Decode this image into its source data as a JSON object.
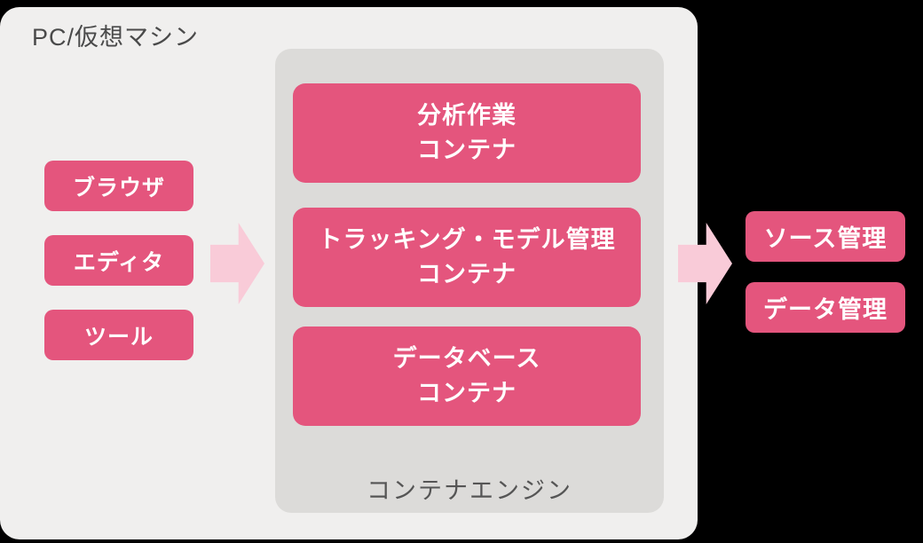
{
  "colors": {
    "box_pink": "#e4557d",
    "arrow_pink": "#f9cbd8",
    "outer_gray": "#f0efee",
    "engine_gray": "#dcdbd9",
    "label_gray": "#4a4a4a",
    "box_text": "#ffffff",
    "background": "#000000"
  },
  "pc_box": {
    "label": "PC/仮想マシン",
    "tools": [
      "ブラウザ",
      "エディタ",
      "ツール"
    ]
  },
  "container_engine": {
    "label": "コンテナエンジン",
    "containers": [
      {
        "line1": "分析作業",
        "line2": "コンテナ"
      },
      {
        "line1": "トラッキング・モデル管理",
        "line2": "コンテナ"
      },
      {
        "line1": "データベース",
        "line2": "コンテナ"
      }
    ]
  },
  "right_boxes": [
    "ソース管理",
    "データ管理"
  ]
}
